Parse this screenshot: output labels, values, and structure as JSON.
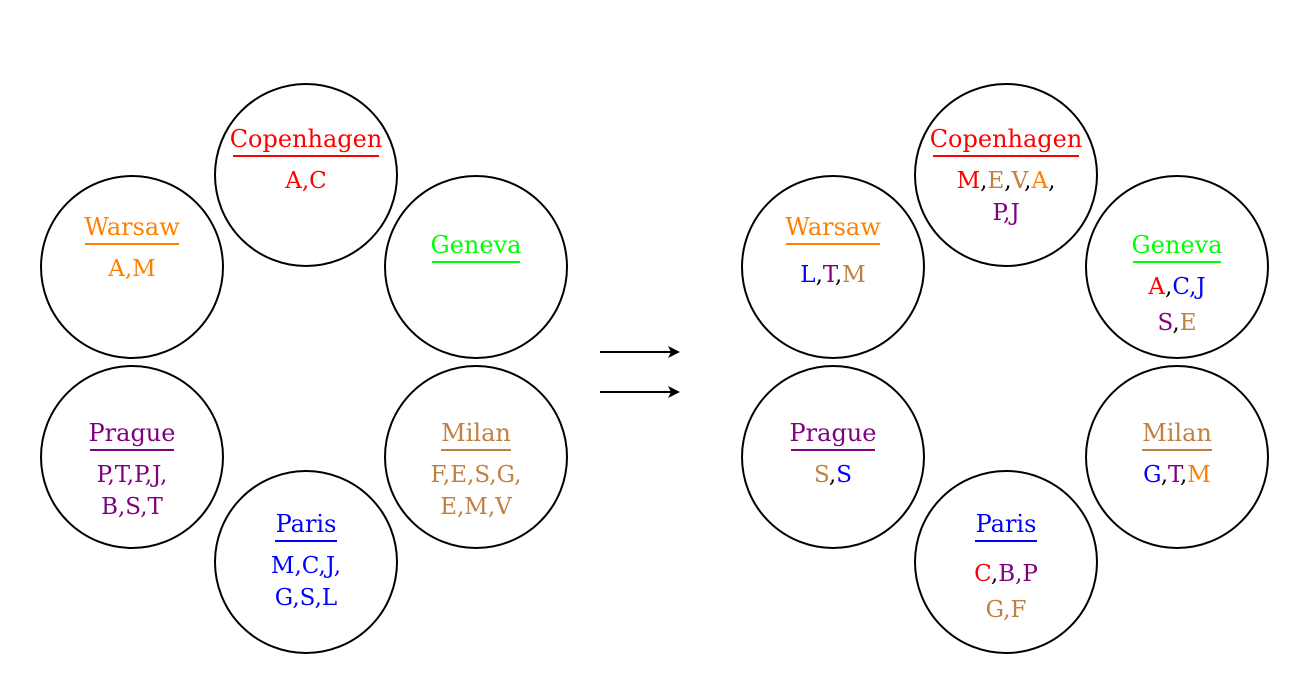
{
  "colors": {
    "red": "#ff0000",
    "orange": "#ff8000",
    "green": "#00ff00",
    "purple": "#800080",
    "blue": "#0000ff",
    "tan": "#bf8040",
    "black": "#000000"
  },
  "left": [
    {
      "name": "Copenhagen",
      "color": "red",
      "lines": [
        [
          {
            "t": "A,C",
            "c": "red"
          }
        ]
      ]
    },
    {
      "name": "Geneva",
      "color": "green",
      "lines": []
    },
    {
      "name": "Milan",
      "color": "tan",
      "lines": [
        [
          {
            "t": "F,E,S,G,",
            "c": "tan"
          }
        ],
        [
          {
            "t": "E,M,V",
            "c": "tan"
          }
        ]
      ]
    },
    {
      "name": "Paris",
      "color": "blue",
      "lines": [
        [
          {
            "t": "M,C,J,",
            "c": "blue"
          }
        ],
        [
          {
            "t": "G,S,L",
            "c": "blue"
          }
        ]
      ]
    },
    {
      "name": "Prague",
      "color": "purple",
      "lines": [
        [
          {
            "t": "P,T,P,J,",
            "c": "purple"
          }
        ],
        [
          {
            "t": "B,S,T",
            "c": "purple"
          }
        ]
      ]
    },
    {
      "name": "Warsaw",
      "color": "orange",
      "lines": [
        [
          {
            "t": "A,M",
            "c": "orange"
          }
        ]
      ]
    }
  ],
  "right": [
    {
      "name": "Copenhagen",
      "color": "red",
      "lines": [
        [
          {
            "t": "M",
            "c": "red"
          },
          {
            "t": ",",
            "c": "black"
          },
          {
            "t": "E",
            "c": "tan"
          },
          {
            "t": ",",
            "c": "black"
          },
          {
            "t": "V",
            "c": "tan"
          },
          {
            "t": ",",
            "c": "black"
          },
          {
            "t": "A",
            "c": "orange"
          },
          {
            "t": ",",
            "c": "black"
          }
        ],
        [
          {
            "t": "P,J",
            "c": "purple"
          }
        ]
      ]
    },
    {
      "name": "Geneva",
      "color": "green",
      "lines": [
        [
          {
            "t": "A",
            "c": "red"
          },
          {
            "t": ",",
            "c": "black"
          },
          {
            "t": "C,J",
            "c": "blue"
          }
        ],
        [
          {
            "t": "S",
            "c": "purple"
          },
          {
            "t": ",",
            "c": "black"
          },
          {
            "t": "E",
            "c": "tan"
          }
        ]
      ]
    },
    {
      "name": "Milan",
      "color": "tan",
      "lines": [
        [
          {
            "t": "G",
            "c": "blue"
          },
          {
            "t": ",",
            "c": "black"
          },
          {
            "t": "T",
            "c": "purple"
          },
          {
            "t": ",",
            "c": "black"
          },
          {
            "t": "M",
            "c": "orange"
          }
        ]
      ]
    },
    {
      "name": "Paris",
      "color": "blue",
      "lines": [
        [
          {
            "t": "C",
            "c": "red"
          },
          {
            "t": ",",
            "c": "black"
          },
          {
            "t": "B,P",
            "c": "purple"
          }
        ],
        [
          {
            "t": "G,F",
            "c": "tan"
          }
        ]
      ]
    },
    {
      "name": "Prague",
      "color": "purple",
      "lines": [
        [
          {
            "t": "S",
            "c": "tan"
          },
          {
            "t": ",",
            "c": "black"
          },
          {
            "t": "S",
            "c": "blue"
          }
        ]
      ]
    },
    {
      "name": "Warsaw",
      "color": "orange",
      "lines": [
        [
          {
            "t": "L",
            "c": "blue"
          },
          {
            "t": ",",
            "c": "black"
          },
          {
            "t": "T",
            "c": "purple"
          },
          {
            "t": ",",
            "c": "black"
          },
          {
            "t": "M",
            "c": "tan"
          }
        ]
      ]
    }
  ]
}
